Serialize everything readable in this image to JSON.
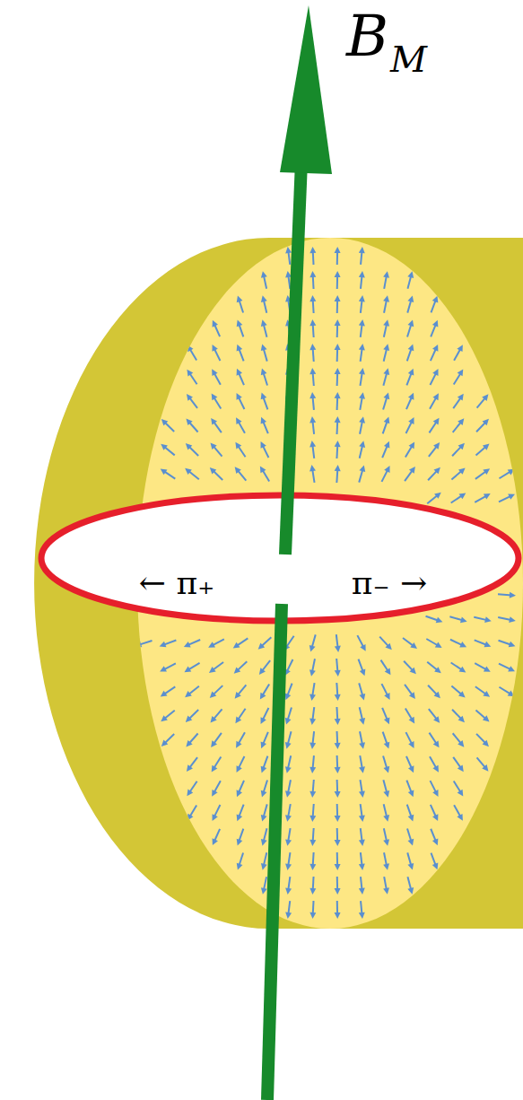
{
  "diagram": {
    "nodes": [
      {
        "text": [
          "← π₊",
          "π₋ →"
        ]
      }
    ],
    "labels": [
      "B",
      "M"
    ]
  }
}
